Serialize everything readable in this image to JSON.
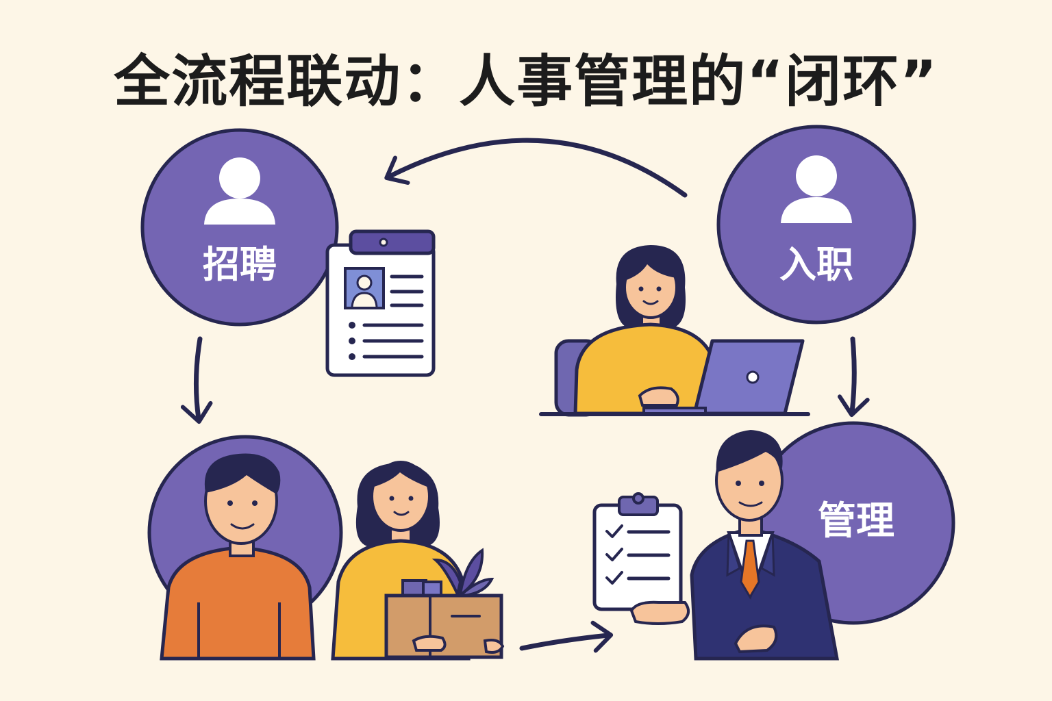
{
  "title": "全流程联动：人事管理的“闭环”",
  "stages": {
    "recruit": {
      "label": "招聘"
    },
    "onboard": {
      "label": "入职"
    },
    "manage": {
      "label": "管理"
    }
  },
  "colors": {
    "background": "#fdf6e7",
    "circle": "#7465b3",
    "outline": "#262650",
    "yellow": "#f6bd3c",
    "orange": "#e67c3a",
    "skin": "#f7c49b",
    "suit": "#2f3272",
    "tie": "#e57627",
    "box": "#d29c6a"
  },
  "icons": [
    "person-icon",
    "resume-card-icon",
    "laptop-icon",
    "clipboard-checklist-icon",
    "box-icon",
    "plant-icon",
    "arrow-icon"
  ]
}
